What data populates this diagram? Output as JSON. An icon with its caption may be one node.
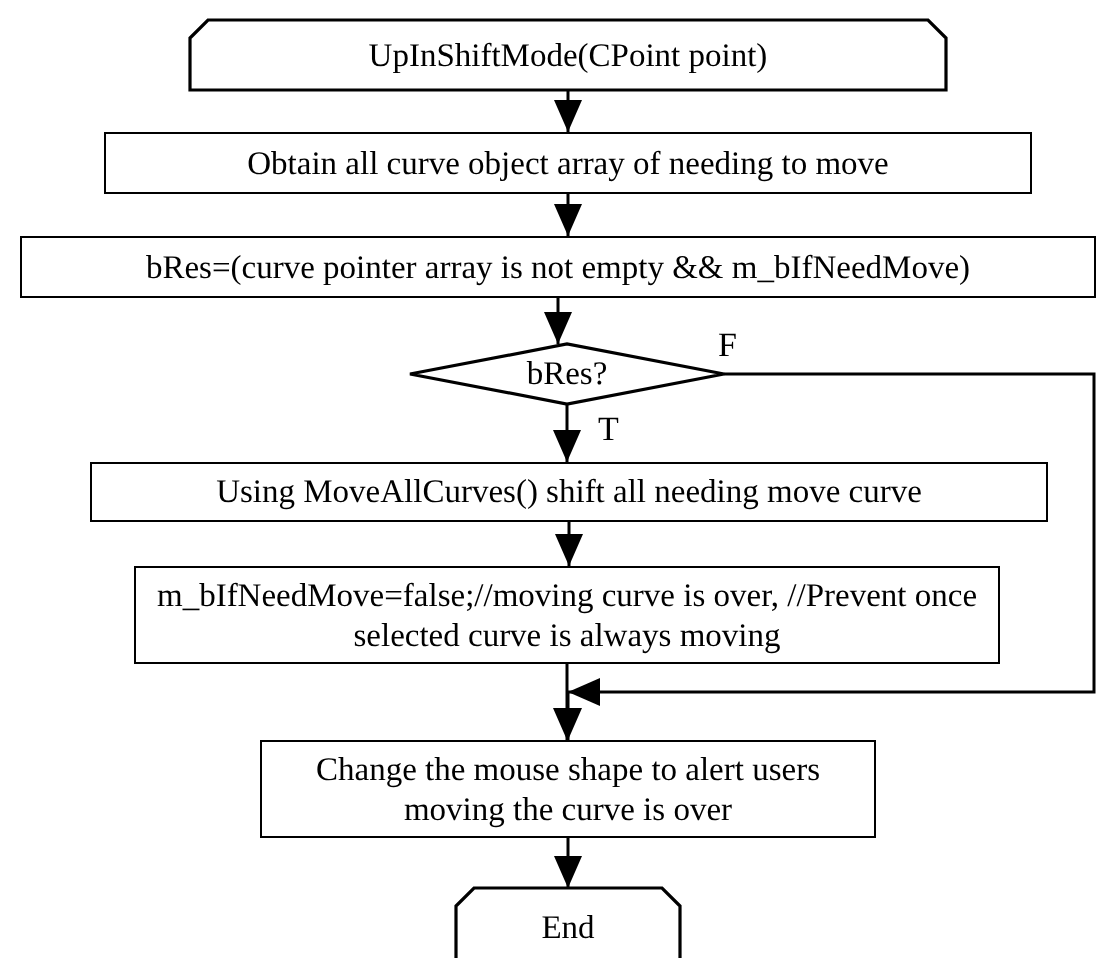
{
  "diagram": {
    "nodes": [
      {
        "text": [
          "UpInShiftMode(CPoint point)"
        ]
      },
      {
        "text": [
          "Obtain all curve object array of needing to move"
        ]
      },
      {
        "text": [
          "bRes=(curve pointer array is not empty && m_bIfNeedMove)"
        ]
      },
      {
        "text": [
          "bRes?"
        ]
      },
      {
        "text": [
          "Using MoveAllCurves() shift all needing move curve"
        ]
      },
      {
        "text": [
          "m_bIfNeedMove=false;//moving curve is over, //Prevent once selected curve is always moving"
        ]
      },
      {
        "text": [
          "Change the mouse shape  to alert users moving the curve is over"
        ]
      },
      {
        "text": [
          "End"
        ]
      }
    ],
    "edges": [
      {
        "from": 0,
        "to": 1,
        "arrow": "to"
      },
      {
        "from": 1,
        "to": 2,
        "arrow": "to"
      },
      {
        "from": 2,
        "to": 3,
        "arrow": "to"
      },
      {
        "from": 3,
        "to": 4,
        "arrow": "to",
        "label": "T"
      },
      {
        "from": 4,
        "to": 5,
        "arrow": "to"
      },
      {
        "from": 5,
        "to": 6,
        "arrow": "to"
      },
      {
        "from": 3,
        "to": 6,
        "arrow": "to",
        "label": "F"
      },
      {
        "from": 6,
        "to": 7,
        "arrow": "to"
      }
    ]
  }
}
